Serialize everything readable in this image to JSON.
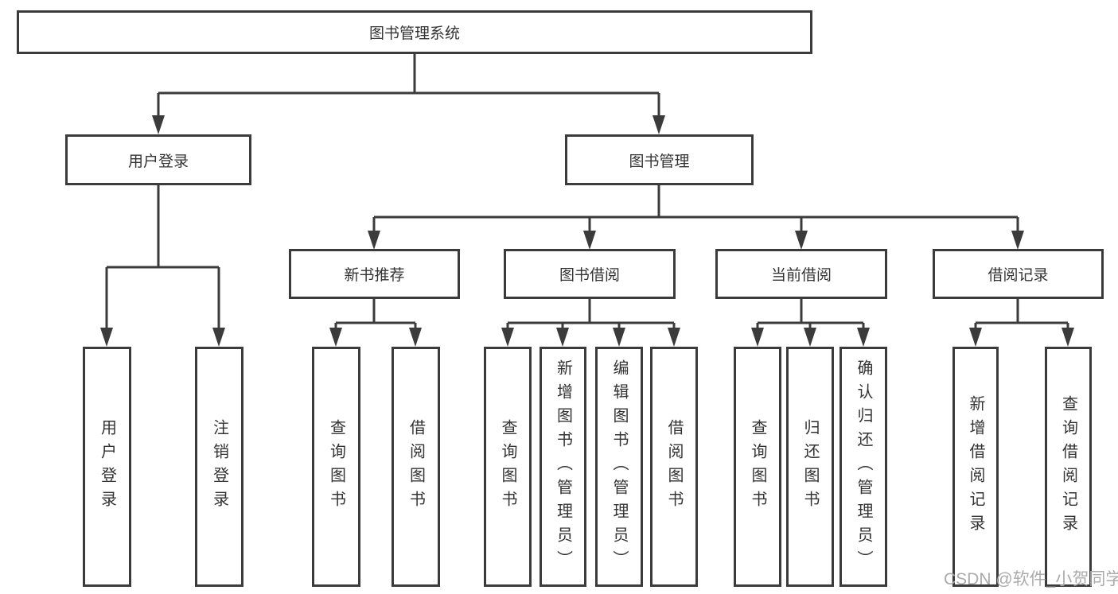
{
  "tree": {
    "label": "图书管理系统",
    "children": [
      {
        "label": "用户登录",
        "children": [
          {
            "label": "用户登录"
          },
          {
            "label": "注销登录"
          }
        ]
      },
      {
        "label": "图书管理",
        "children": [
          {
            "label": "新书推荐",
            "children": [
              {
                "label": "查询图书"
              },
              {
                "label": "借阅图书"
              }
            ]
          },
          {
            "label": "图书借阅",
            "children": [
              {
                "label": "查询图书"
              },
              {
                "label": "新增图书（管理员）"
              },
              {
                "label": "编辑图书（管理员）"
              },
              {
                "label": "借阅图书"
              }
            ]
          },
          {
            "label": "当前借阅",
            "children": [
              {
                "label": "查询图书"
              },
              {
                "label": "归还图书"
              },
              {
                "label": "确认归还（管理员）"
              }
            ]
          },
          {
            "label": "借阅记录",
            "children": [
              {
                "label": "新增借阅记录"
              },
              {
                "label": "查询借阅记录"
              }
            ]
          }
        ]
      }
    ]
  },
  "watermark": {
    "text": "CSDN @软件_小贺同学"
  },
  "colors": {
    "line": "#3b3b3b",
    "box_border": "#3b3b3b",
    "box_fill": "#ffffff",
    "text": "#333333",
    "watermark": "#ababab"
  }
}
